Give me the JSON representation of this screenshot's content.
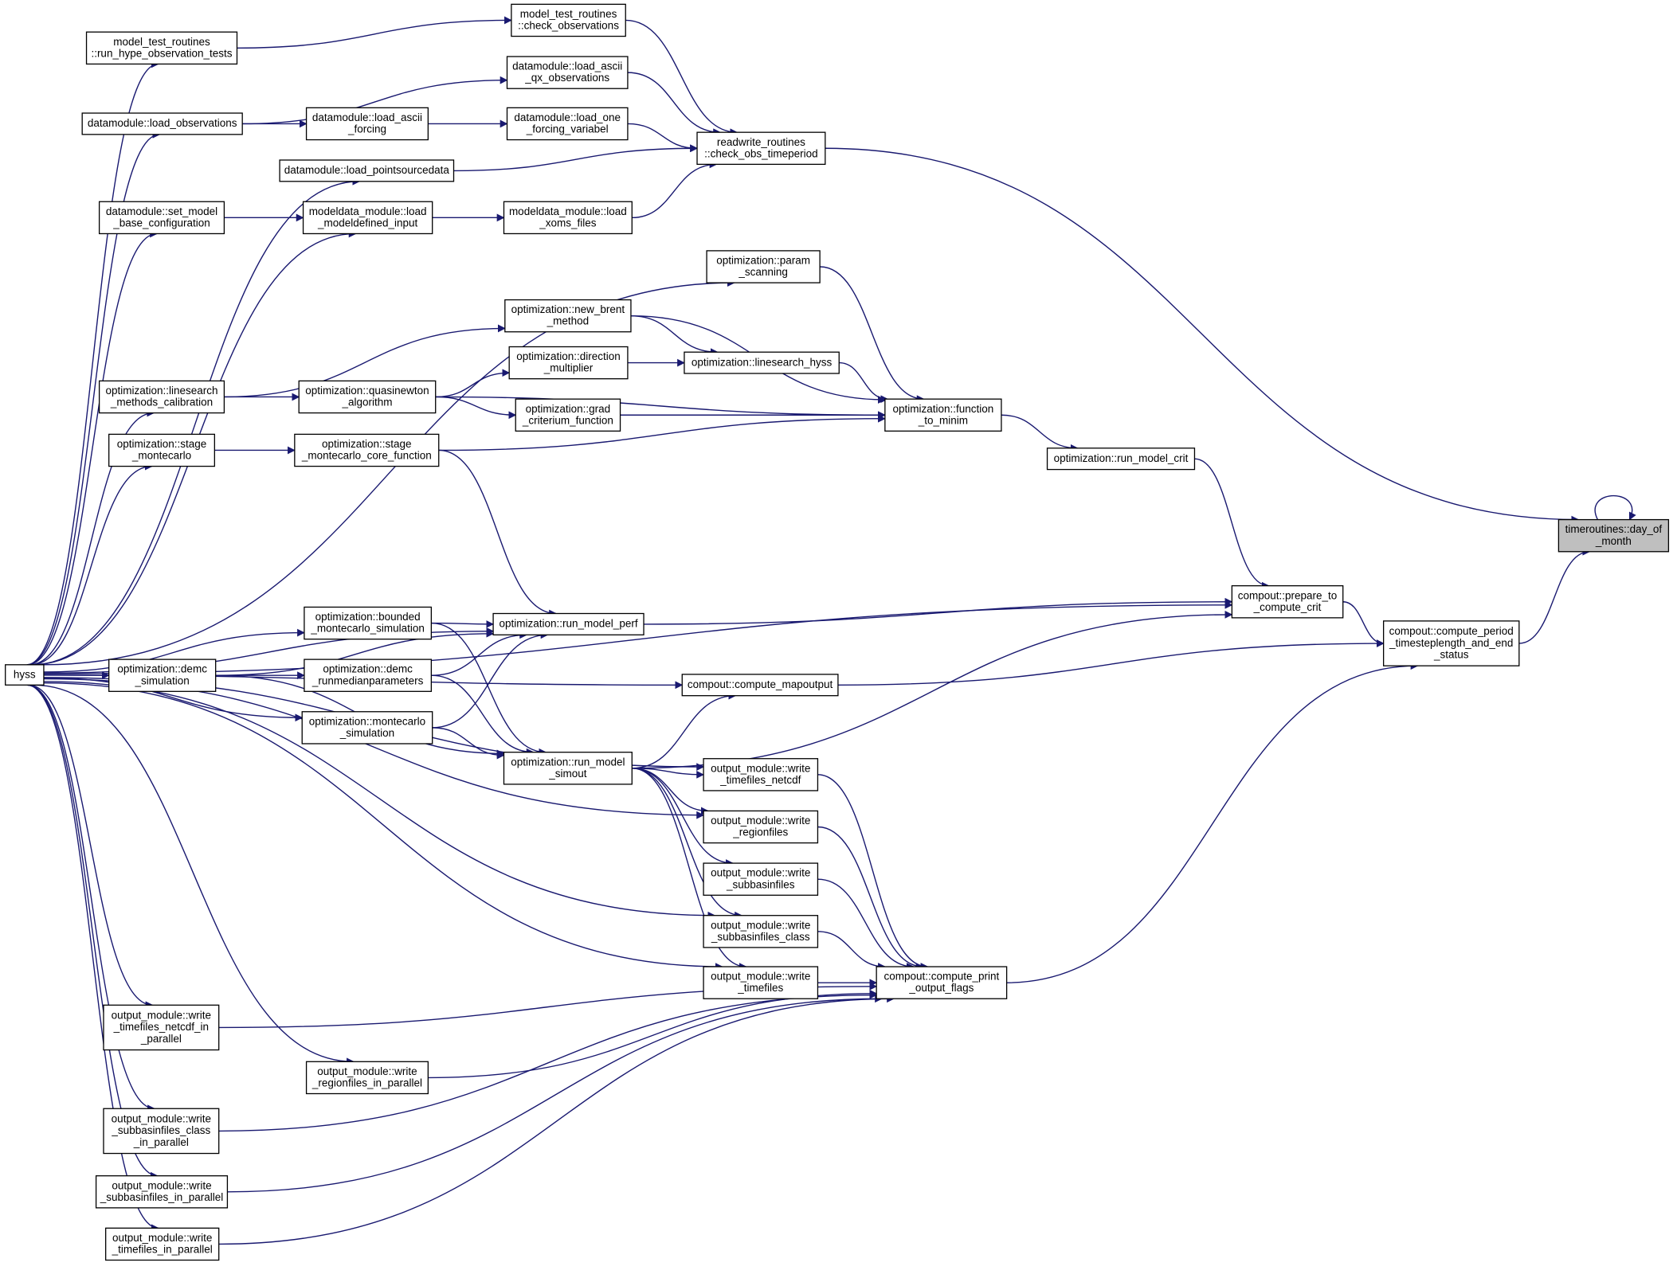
{
  "diagram": {
    "root": "timeroutines::day_of_month",
    "edge_color": "#191970",
    "root_fill": "#bfbfbf",
    "nodes": [
      {
        "id": "hyss",
        "lines": [
          "hyss"
        ]
      },
      {
        "id": "mtr_hype",
        "lines": [
          "model_test_routines",
          "::run_hype_observation_tests"
        ]
      },
      {
        "id": "mtr_check",
        "lines": [
          "model_test_routines",
          "::check_observations"
        ]
      },
      {
        "id": "dm_qx",
        "lines": [
          "datamodule::load_ascii",
          "_qx_observations"
        ]
      },
      {
        "id": "dm_obs",
        "lines": [
          "datamodule::load_observations"
        ]
      },
      {
        "id": "dm_forcing",
        "lines": [
          "datamodule::load_ascii",
          "_forcing"
        ]
      },
      {
        "id": "dm_onevar",
        "lines": [
          "datamodule::load_one",
          "_forcing_variabel"
        ]
      },
      {
        "id": "rw_check",
        "lines": [
          "readwrite_routines",
          "::check_obs_timeperiod"
        ]
      },
      {
        "id": "dm_point",
        "lines": [
          "datamodule::load_pointsourcedata"
        ]
      },
      {
        "id": "dm_setbase",
        "lines": [
          "datamodule::set_model",
          "_base_configuration"
        ]
      },
      {
        "id": "md_input",
        "lines": [
          "modeldata_module::load",
          "_modeldefined_input"
        ]
      },
      {
        "id": "md_xoms",
        "lines": [
          "modeldata_module::load",
          "_xoms_files"
        ]
      },
      {
        "id": "opt_param",
        "lines": [
          "optimization::param",
          "_scanning"
        ]
      },
      {
        "id": "opt_brent",
        "lines": [
          "optimization::new_brent",
          "_method"
        ]
      },
      {
        "id": "opt_dirmult",
        "lines": [
          "optimization::direction",
          "_multiplier"
        ]
      },
      {
        "id": "opt_lshyss",
        "lines": [
          "optimization::linesearch_hyss"
        ]
      },
      {
        "id": "opt_lscal",
        "lines": [
          "optimization::linesearch",
          "_methods_calibration"
        ]
      },
      {
        "id": "opt_qn",
        "lines": [
          "optimization::quasinewton",
          "_algorithm"
        ]
      },
      {
        "id": "opt_grad",
        "lines": [
          "optimization::grad",
          "_criterium_function"
        ]
      },
      {
        "id": "opt_fmin",
        "lines": [
          "optimization::function",
          "_to_minim"
        ]
      },
      {
        "id": "opt_stagemc",
        "lines": [
          "optimization::stage",
          "_montecarlo"
        ]
      },
      {
        "id": "opt_stagecore",
        "lines": [
          "optimization::stage",
          "_montecarlo_core_function"
        ]
      },
      {
        "id": "opt_runcrit",
        "lines": [
          "optimization::run_model_crit"
        ]
      },
      {
        "id": "day_of_month",
        "lines": [
          "timeroutines::day_of",
          "_month"
        ]
      },
      {
        "id": "prep_crit",
        "lines": [
          "compout::prepare_to",
          "_compute_crit"
        ]
      },
      {
        "id": "opt_bounded",
        "lines": [
          "optimization::bounded",
          "_montecarlo_simulation"
        ]
      },
      {
        "id": "opt_perf",
        "lines": [
          "optimization::run_model_perf"
        ]
      },
      {
        "id": "opt_demc",
        "lines": [
          "optimization::demc",
          "_simulation"
        ]
      },
      {
        "id": "opt_demcrun",
        "lines": [
          "optimization::demc",
          "_runmedianparameters"
        ]
      },
      {
        "id": "cp_mapout",
        "lines": [
          "compout::compute_mapoutput"
        ]
      },
      {
        "id": "cp_period",
        "lines": [
          "compout::compute_period",
          "_timesteplength_and_end",
          "_status"
        ]
      },
      {
        "id": "opt_mcsim",
        "lines": [
          "optimization::montecarlo",
          "_simulation"
        ]
      },
      {
        "id": "opt_simout",
        "lines": [
          "optimization::run_model",
          "_simout"
        ]
      },
      {
        "id": "om_netcdf",
        "lines": [
          "output_module::write",
          "_timefiles_netcdf"
        ]
      },
      {
        "id": "om_region",
        "lines": [
          "output_module::write",
          "_regionfiles"
        ]
      },
      {
        "id": "om_subbasin",
        "lines": [
          "output_module::write",
          "_subbasinfiles"
        ]
      },
      {
        "id": "om_subclass",
        "lines": [
          "output_module::write",
          "_subbasinfiles_class"
        ]
      },
      {
        "id": "om_timefiles",
        "lines": [
          "output_module::write",
          "_timefiles"
        ]
      },
      {
        "id": "cp_print",
        "lines": [
          "compout::compute_print",
          "_output_flags"
        ]
      },
      {
        "id": "om_netcdf_par",
        "lines": [
          "output_module::write",
          "_timefiles_netcdf_in",
          "_parallel"
        ]
      },
      {
        "id": "om_region_par",
        "lines": [
          "output_module::write",
          "_regionfiles_in_parallel"
        ]
      },
      {
        "id": "om_subclass_par",
        "lines": [
          "output_module::write",
          "_subbasinfiles_class",
          "_in_parallel"
        ]
      },
      {
        "id": "om_subbasin_par",
        "lines": [
          "output_module::write",
          "_subbasinfiles_in_parallel"
        ]
      },
      {
        "id": "om_time_par",
        "lines": [
          "output_module::write",
          "_timefiles_in_parallel"
        ]
      }
    ],
    "edges": [
      [
        "hyss",
        "mtr_hype"
      ],
      [
        "hyss",
        "dm_obs"
      ],
      [
        "hyss",
        "dm_point"
      ],
      [
        "hyss",
        "dm_setbase"
      ],
      [
        "hyss",
        "md_input"
      ],
      [
        "hyss",
        "opt_param"
      ],
      [
        "hyss",
        "opt_lscal"
      ],
      [
        "hyss",
        "opt_stagemc"
      ],
      [
        "hyss",
        "prep_crit"
      ],
      [
        "hyss",
        "opt_perf"
      ],
      [
        "hyss",
        "opt_bounded"
      ],
      [
        "hyss",
        "opt_demc"
      ],
      [
        "hyss",
        "cp_mapout"
      ],
      [
        "hyss",
        "opt_mcsim"
      ],
      [
        "hyss",
        "om_netcdf"
      ],
      [
        "hyss",
        "om_region"
      ],
      [
        "hyss",
        "om_subclass"
      ],
      [
        "hyss",
        "om_timefiles"
      ],
      [
        "hyss",
        "om_netcdf_par"
      ],
      [
        "hyss",
        "om_region_par"
      ],
      [
        "hyss",
        "om_subclass_par"
      ],
      [
        "hyss",
        "om_subbasin_par"
      ],
      [
        "hyss",
        "om_time_par"
      ],
      [
        "mtr_hype",
        "mtr_check"
      ],
      [
        "dm_obs",
        "dm_qx"
      ],
      [
        "dm_obs",
        "dm_forcing"
      ],
      [
        "dm_forcing",
        "dm_onevar"
      ],
      [
        "dm_setbase",
        "md_input"
      ],
      [
        "md_input",
        "md_xoms"
      ],
      [
        "mtr_check",
        "rw_check"
      ],
      [
        "dm_qx",
        "rw_check"
      ],
      [
        "dm_onevar",
        "rw_check"
      ],
      [
        "dm_point",
        "rw_check"
      ],
      [
        "md_xoms",
        "rw_check"
      ],
      [
        "rw_check",
        "day_of_month"
      ],
      [
        "opt_lscal",
        "opt_brent"
      ],
      [
        "opt_lscal",
        "opt_qn"
      ],
      [
        "opt_brent",
        "opt_lshyss"
      ],
      [
        "opt_brent",
        "opt_fmin"
      ],
      [
        "opt_qn",
        "opt_dirmult"
      ],
      [
        "opt_qn",
        "opt_grad"
      ],
      [
        "opt_qn",
        "opt_fmin"
      ],
      [
        "opt_dirmult",
        "opt_lshyss"
      ],
      [
        "opt_lshyss",
        "opt_fmin"
      ],
      [
        "opt_grad",
        "opt_fmin"
      ],
      [
        "opt_param",
        "opt_fmin"
      ],
      [
        "opt_stagemc",
        "opt_stagecore"
      ],
      [
        "opt_stagecore",
        "opt_fmin"
      ],
      [
        "opt_stagecore",
        "opt_perf"
      ],
      [
        "opt_fmin",
        "opt_runcrit"
      ],
      [
        "opt_runcrit",
        "prep_crit"
      ],
      [
        "opt_bounded",
        "opt_perf"
      ],
      [
        "opt_demc",
        "opt_perf"
      ],
      [
        "opt_demc",
        "opt_demcrun"
      ],
      [
        "opt_demc",
        "opt_simout"
      ],
      [
        "opt_demcrun",
        "opt_perf"
      ],
      [
        "opt_mcsim",
        "opt_perf"
      ],
      [
        "opt_bounded",
        "opt_simout"
      ],
      [
        "opt_demcrun",
        "opt_simout"
      ],
      [
        "opt_mcsim",
        "opt_simout"
      ],
      [
        "opt_perf",
        "prep_crit"
      ],
      [
        "opt_simout",
        "prep_crit"
      ],
      [
        "opt_simout",
        "cp_mapout"
      ],
      [
        "opt_simout",
        "om_netcdf"
      ],
      [
        "opt_simout",
        "om_region"
      ],
      [
        "opt_simout",
        "om_subbasin"
      ],
      [
        "opt_simout",
        "om_subclass"
      ],
      [
        "opt_simout",
        "om_timefiles"
      ],
      [
        "prep_crit",
        "cp_period"
      ],
      [
        "cp_mapout",
        "cp_period"
      ],
      [
        "cp_period",
        "day_of_month"
      ],
      [
        "om_netcdf",
        "cp_print"
      ],
      [
        "om_region",
        "cp_print"
      ],
      [
        "om_subbasin",
        "cp_print"
      ],
      [
        "om_subclass",
        "cp_print"
      ],
      [
        "om_timefiles",
        "cp_print"
      ],
      [
        "om_netcdf_par",
        "cp_print"
      ],
      [
        "om_region_par",
        "cp_print"
      ],
      [
        "om_subclass_par",
        "cp_print"
      ],
      [
        "om_subbasin_par",
        "cp_print"
      ],
      [
        "om_time_par",
        "cp_print"
      ],
      [
        "cp_print",
        "cp_period"
      ],
      [
        "day_of_month",
        "day_of_month"
      ]
    ]
  }
}
